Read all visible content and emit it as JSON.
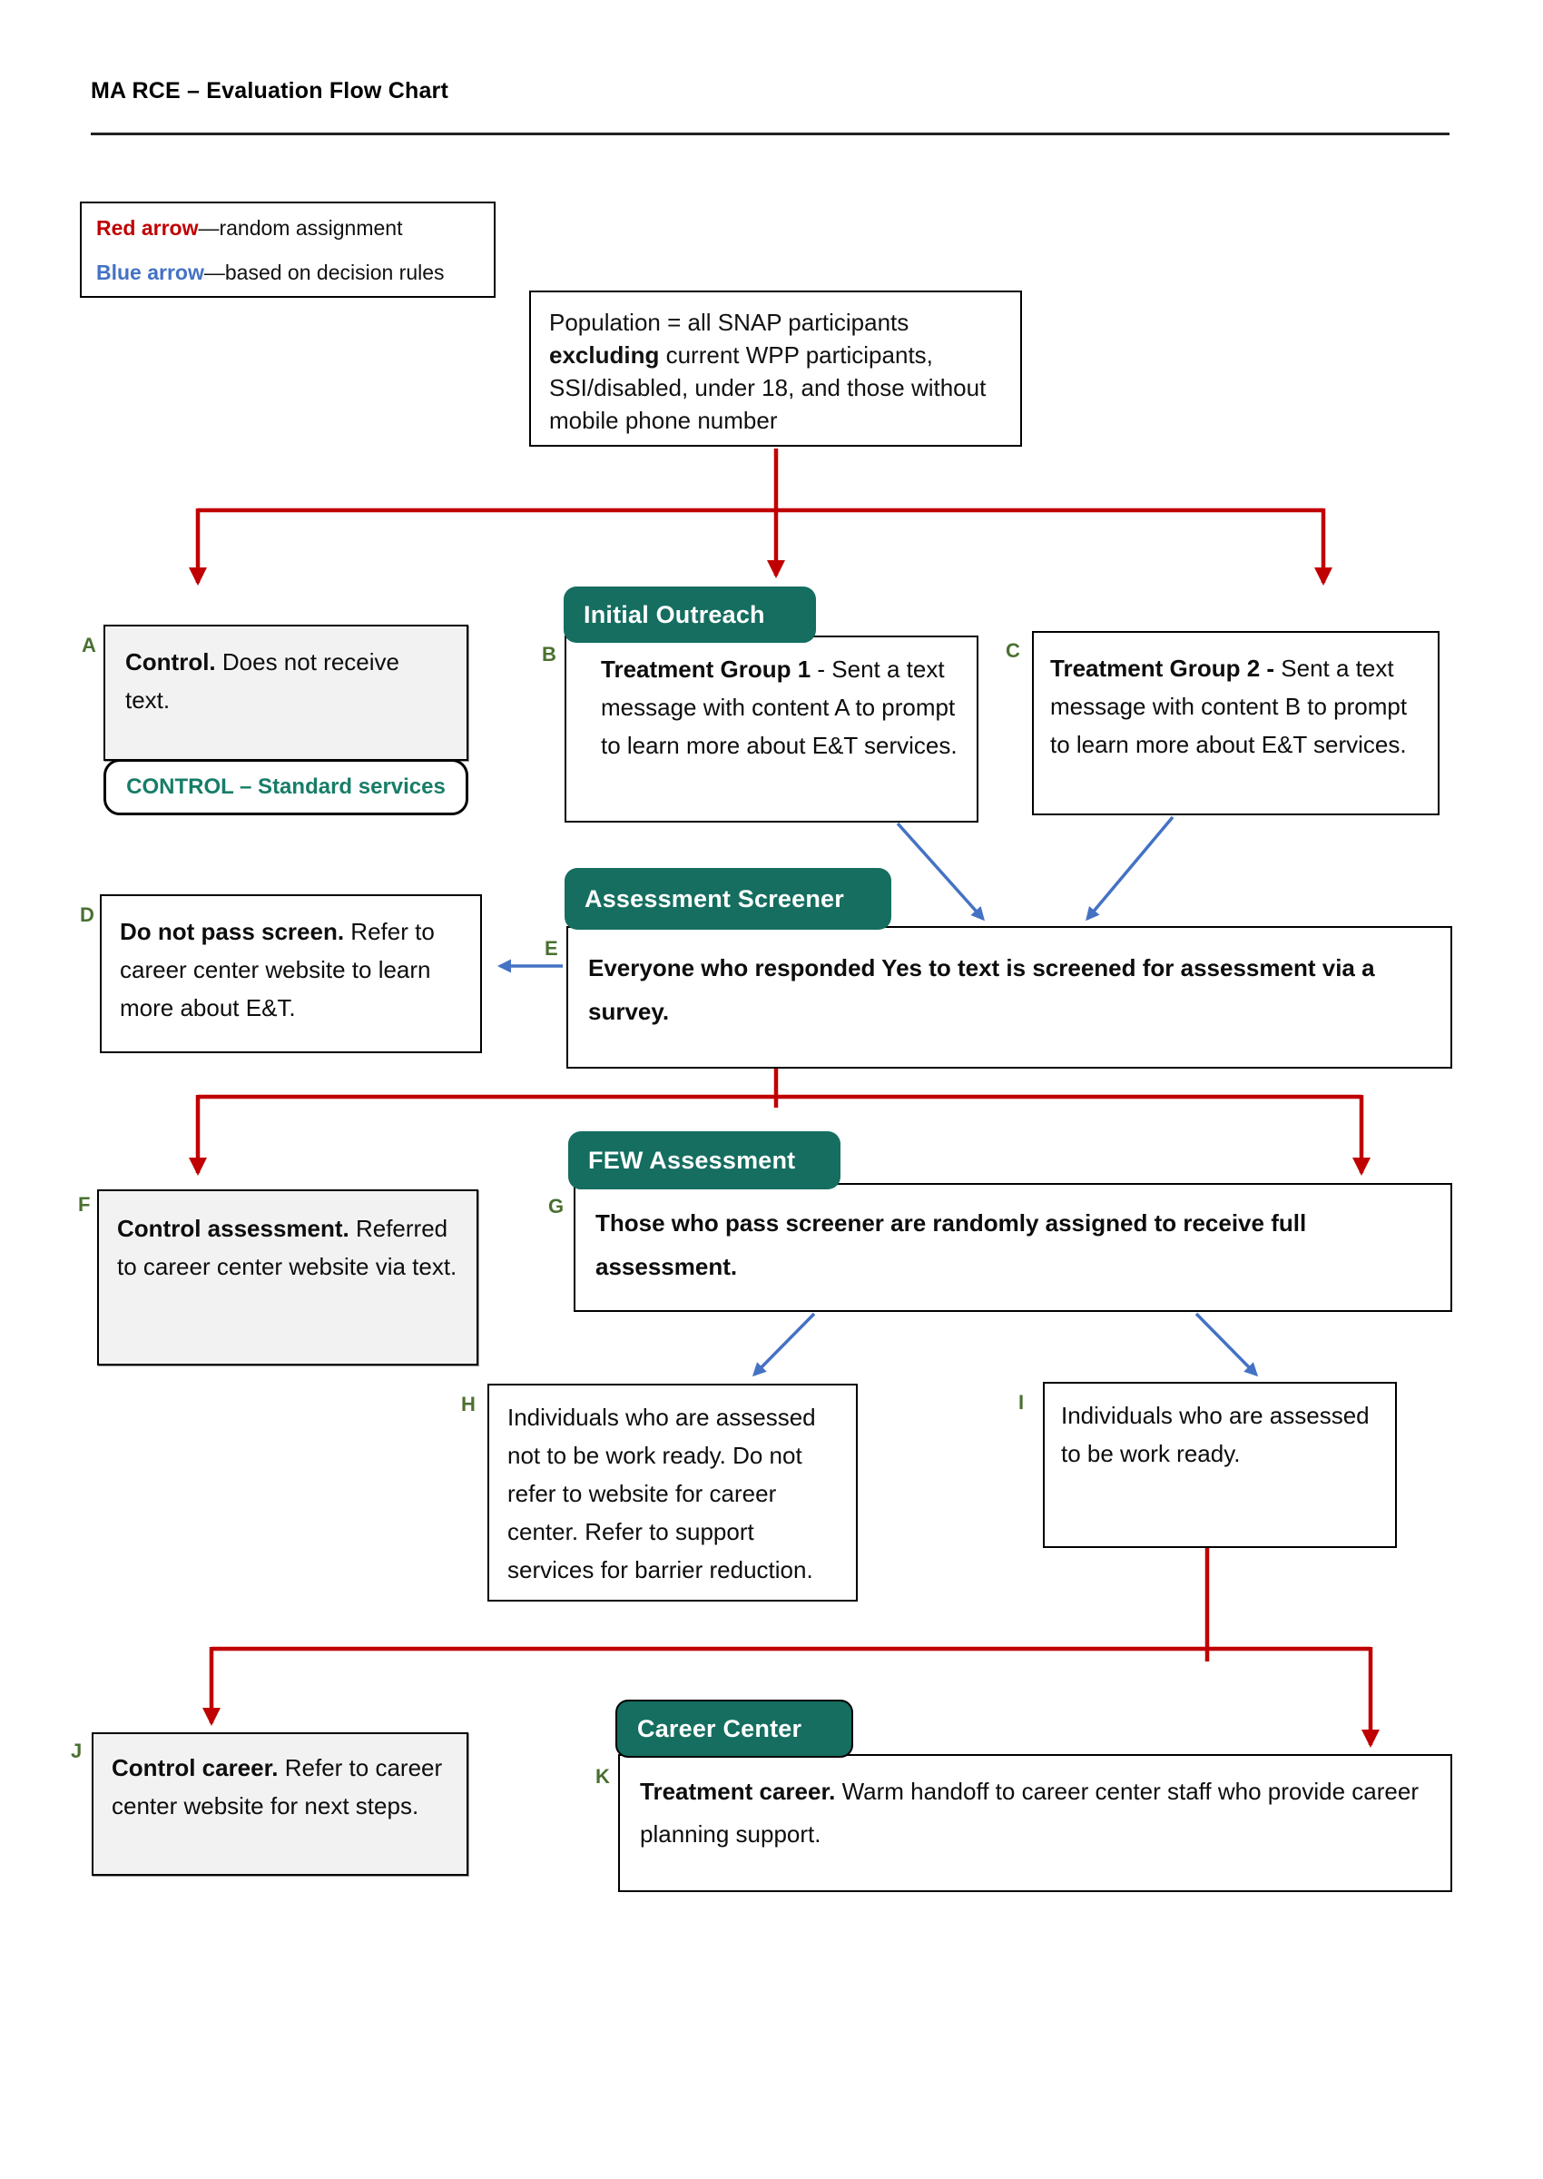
{
  "page": {
    "title": "MA RCE – Evaluation Flow Chart"
  },
  "legend": {
    "red_key": "Red arrow",
    "red_desc": "—random assignment",
    "blue_key": "Blue arrow",
    "blue_desc": "—based on decision rules"
  },
  "colors": {
    "teal": "#156e60",
    "red": "#c00000",
    "blue": "#4472c4",
    "label-green": "#4a7031",
    "control-teal": "#177d68",
    "gray-bg": "#f2f2f2"
  },
  "population": {
    "line1": "Population = all SNAP participants",
    "bold": "excluding",
    "rest": " current WPP participants, SSI/disabled, under 18, and those without mobile phone number"
  },
  "sections": {
    "initial_outreach": "Initial Outreach",
    "assessment_screener": "Assessment Screener",
    "few_assessment": "FEW Assessment",
    "career_center": "Career Center"
  },
  "boxes": {
    "a": {
      "label": "A",
      "bold": "Control.",
      "text": " Does not receive text.",
      "pill": "CONTROL – Standard services"
    },
    "b": {
      "label": "B",
      "bold": "Treatment Group 1",
      "text": " - Sent a text message with content A to prompt to learn more about E&T services."
    },
    "c": {
      "label": "C",
      "bold": "Treatment Group 2 -",
      "text": " Sent a text message with content B to prompt to learn more about E&T services."
    },
    "d": {
      "label": "D",
      "bold": "Do not pass screen.",
      "text": " Refer to career center website to learn more about E&T."
    },
    "e": {
      "label": "E",
      "bold": "Everyone who responded Yes to text is screened for assessment via a survey.",
      "text": ""
    },
    "f": {
      "label": "F",
      "bold": "Control assessment.",
      "text": " Referred to career center website via text."
    },
    "g": {
      "label": "G",
      "bold": "Those who pass screener are randomly assigned to receive full assessment.",
      "text": ""
    },
    "h": {
      "label": "H",
      "bold": "",
      "text": "Individuals who are assessed not to be work ready. Do not refer to website for career center. Refer to support services for barrier reduction."
    },
    "i": {
      "label": "I",
      "bold": "",
      "text": "Individuals who are assessed to be work ready."
    },
    "j": {
      "label": "J",
      "bold": "Control career.",
      "text": " Refer to career center website for next steps."
    },
    "k": {
      "label": "K",
      "bold": "Treatment career.",
      "text": " Warm handoff to career center staff who provide career planning support."
    }
  }
}
